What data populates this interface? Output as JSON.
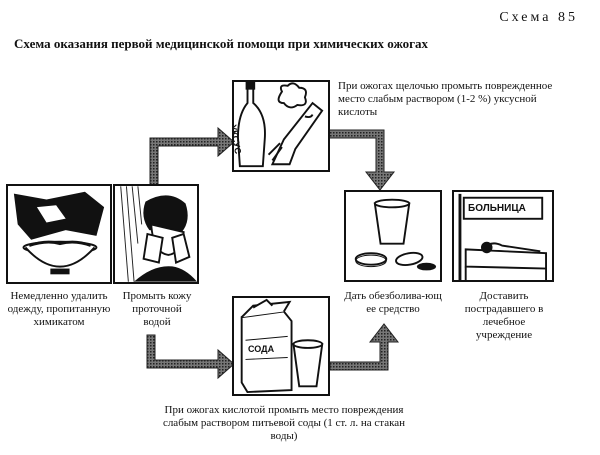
{
  "header": {
    "scheme_label": "Схема 85",
    "title": "Схема оказания первой медицинской помощи при химических ожогах"
  },
  "steps": {
    "remove_clothes": "Немедленно удалить одежду, пропитанную химикатом",
    "rinse_water": "Промыть кожу проточной водой",
    "painkiller": "Дать обезболива-ющее средство",
    "deliver_hospital": "Доставить пострадавшего в лечебное учреждение"
  },
  "branches": {
    "alkali": "При ожогах щелочью промыть поврежденное место слабым раствором (1-2 %) уксусной кислоты",
    "acid": "При ожогах кислотой промыть место повреждения слабым раствором питьевой соды (1 ст. л. на стакан воды)"
  },
  "labels": {
    "bottle": "УКСУС",
    "soda": "СОДА",
    "hospital_sign": "БОЛЬНИЦА"
  }
}
